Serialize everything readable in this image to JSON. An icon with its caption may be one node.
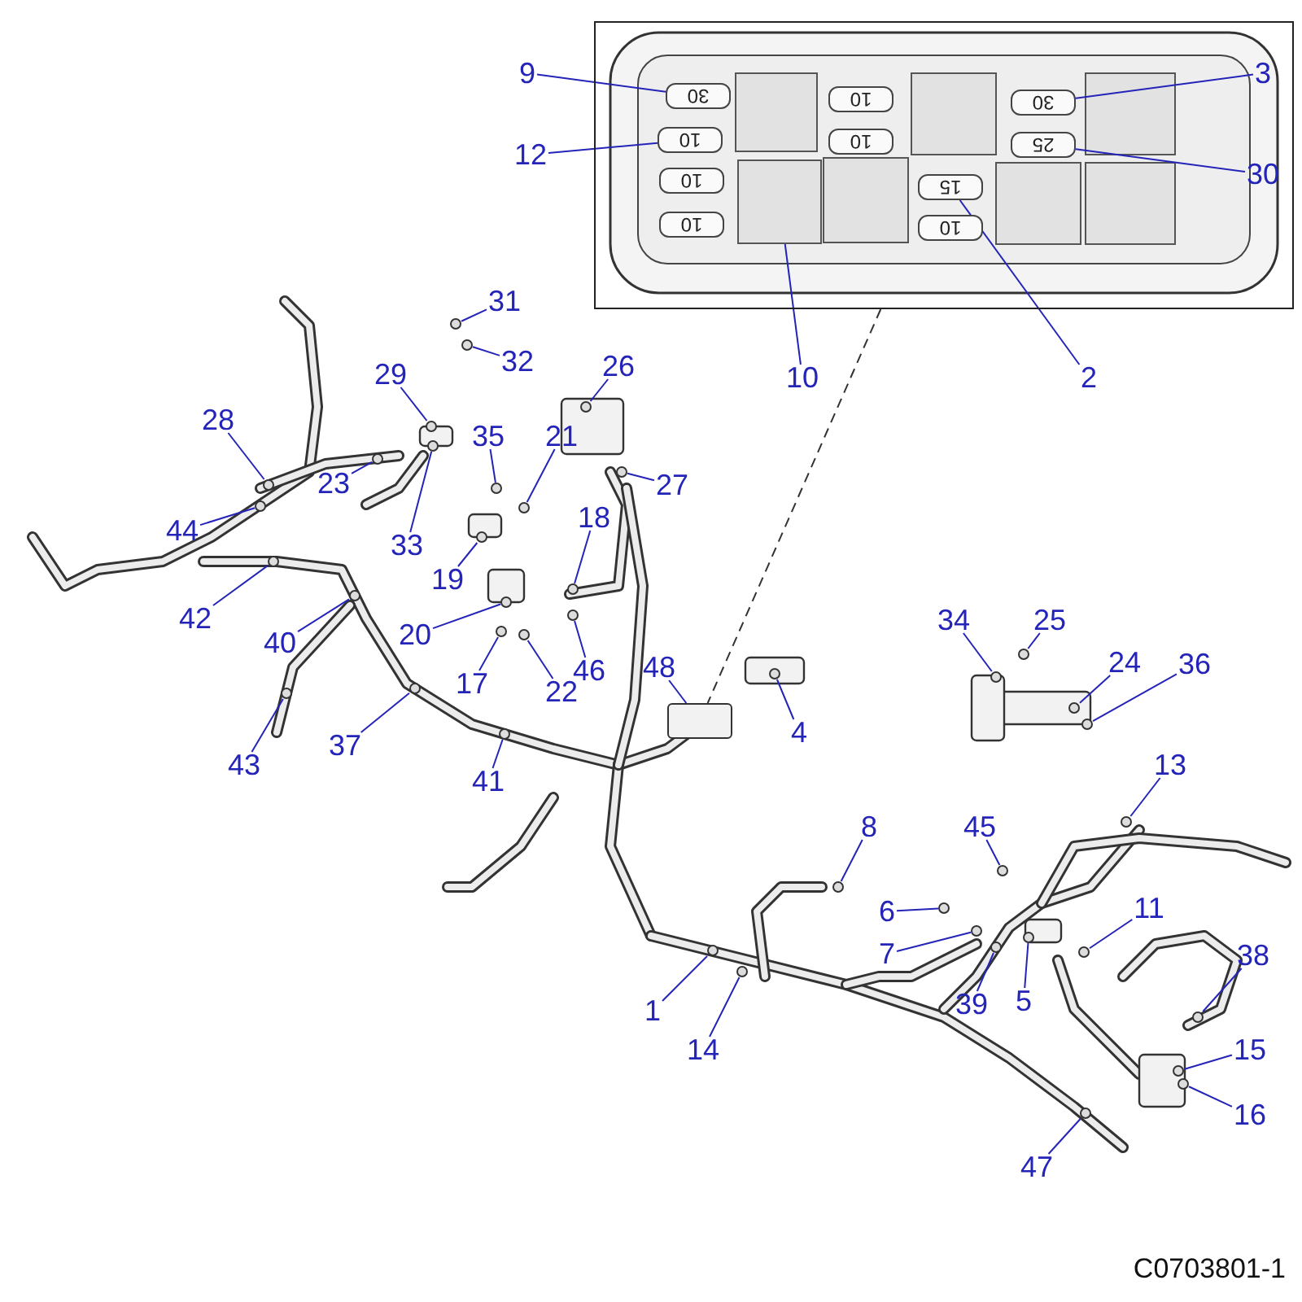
{
  "diagram": {
    "nodes": [
      {
        "text": [],
        "shape": "box"
      },
      {
        "text": [
          "9"
        ]
      },
      {
        "text": [
          "30"
        ],
        "in": 0
      },
      {
        "text": [
          "10"
        ],
        "in": 0
      },
      {
        "text": [
          "30"
        ],
        "in": 0
      },
      {
        "text": [
          "3"
        ],
        "in": 0
      },
      {
        "text": [
          "12"
        ]
      },
      {
        "text": [
          "10"
        ],
        "in": 0
      },
      {
        "text": [
          "10"
        ],
        "in": 0
      },
      {
        "text": [
          "25"
        ],
        "in": 0
      },
      {
        "text": [
          "30"
        ],
        "in": 0
      },
      {
        "text": [
          "10"
        ],
        "in": 0
      },
      {
        "text": [
          "15"
        ],
        "in": 0
      },
      {
        "text": [
          "10"
        ],
        "in": 0
      },
      {
        "text": [
          "10"
        ],
        "in": 0
      },
      {
        "text": [],
        "shape": "box",
        "in": 0
      },
      {
        "text": [
          "10"
        ]
      },
      {
        "text": [
          "2"
        ]
      },
      {
        "text": [
          "31"
        ]
      },
      {
        "text": [
          "32"
        ]
      },
      {
        "text": [
          "29"
        ]
      },
      {
        "text": [
          "26"
        ]
      },
      {
        "text": [
          "28"
        ]
      },
      {
        "text": [
          "35"
        ]
      },
      {
        "text": [
          "21"
        ]
      },
      {
        "text": [
          "27"
        ]
      },
      {
        "text": [
          "23"
        ]
      },
      {
        "text": [
          "33"
        ]
      },
      {
        "text": [
          "44"
        ]
      },
      {
        "text": [
          "18"
        ]
      },
      {
        "text": [
          "19"
        ]
      },
      {
        "text": [
          "42"
        ]
      },
      {
        "text": [
          "20"
        ]
      },
      {
        "text": [
          "40"
        ]
      },
      {
        "text": [
          "17"
        ]
      },
      {
        "text": [
          "22"
        ]
      },
      {
        "text": [
          "34"
        ]
      },
      {
        "text": [
          "25"
        ]
      },
      {
        "text": [
          "24"
        ]
      },
      {
        "text": [
          "36"
        ]
      },
      {
        "text": [
          "48"
        ]
      },
      {
        "text": [
          "46"
        ]
      },
      {
        "text": [
          "4"
        ]
      },
      {
        "text": [
          "37"
        ]
      },
      {
        "text": [
          "41"
        ]
      },
      {
        "text": [
          "43"
        ]
      },
      {
        "text": [
          "13"
        ]
      },
      {
        "text": [
          "8"
        ]
      },
      {
        "text": [
          "45"
        ]
      },
      {
        "text": [
          "6"
        ]
      },
      {
        "text": [
          "11"
        ]
      },
      {
        "text": [
          "7"
        ]
      },
      {
        "text": [
          "38"
        ]
      },
      {
        "text": [
          "39"
        ]
      },
      {
        "text": [
          "5"
        ]
      },
      {
        "text": [
          "1"
        ]
      },
      {
        "text": [
          "14"
        ]
      },
      {
        "text": [
          "15"
        ]
      },
      {
        "text": [
          "16"
        ]
      },
      {
        "text": [
          "47"
        ]
      },
      {
        "text": [],
        "shape": "circle"
      },
      {
        "text": [],
        "shape": "circle"
      },
      {
        "text": [],
        "shape": "circle"
      },
      {
        "text": [],
        "shape": "circle"
      },
      {
        "text": [],
        "shape": "circle"
      },
      {
        "text": [],
        "shape": "circle"
      },
      {
        "text": [],
        "shape": "circle"
      },
      {
        "text": [],
        "shape": "circle"
      },
      {
        "text": [],
        "shape": "circle"
      },
      {
        "text": [],
        "shape": "circle"
      },
      {
        "text": [],
        "shape": "circle"
      },
      {
        "text": [],
        "shape": "circle"
      },
      {
        "text": [],
        "shape": "circle"
      },
      {
        "text": [],
        "shape": "circle"
      },
      {
        "text": [],
        "shape": "circle"
      },
      {
        "text": [],
        "shape": "circle"
      },
      {
        "text": [],
        "shape": "circle"
      },
      {
        "text": [],
        "shape": "circle"
      },
      {
        "text": [],
        "shape": "circle"
      },
      {
        "text": [],
        "shape": "circle"
      },
      {
        "text": [],
        "shape": "circle"
      },
      {
        "text": [],
        "shape": "circle"
      },
      {
        "text": [],
        "shape": "box"
      },
      {
        "text": [],
        "shape": "circle"
      },
      {
        "text": [],
        "shape": "circle"
      },
      {
        "text": [],
        "shape": "circle"
      },
      {
        "text": [],
        "shape": "circle"
      },
      {
        "text": [],
        "shape": "circle"
      },
      {
        "text": [],
        "shape": "circle"
      },
      {
        "text": [],
        "shape": "circle"
      },
      {
        "text": [],
        "shape": "circle"
      },
      {
        "text": [],
        "shape": "circle"
      },
      {
        "text": [],
        "shape": "circle"
      },
      {
        "text": [],
        "shape": "circle"
      },
      {
        "text": [],
        "shape": "circle"
      },
      {
        "text": [],
        "shape": "circle"
      },
      {
        "text": [],
        "shape": "circle"
      },
      {
        "text": [],
        "shape": "circle"
      },
      {
        "text": [],
        "shape": "circle"
      },
      {
        "text": [],
        "shape": "circle"
      },
      {
        "text": [],
        "shape": "circle"
      },
      {
        "text": [],
        "shape": "circle"
      }
    ],
    "edges": [
      {
        "from": 1,
        "to": 2,
        "arrow": "none"
      },
      {
        "from": 5,
        "to": 4,
        "arrow": "none"
      },
      {
        "from": 6,
        "to": 7,
        "arrow": "none"
      },
      {
        "from": 10,
        "to": 9,
        "arrow": "none"
      },
      {
        "from": 16,
        "to": 15,
        "arrow": "none"
      },
      {
        "from": 17,
        "to": 12,
        "arrow": "none"
      },
      {
        "from": 0,
        "to": 82,
        "arrow": "none",
        "style": "dashed",
        "color": "#333333"
      },
      {
        "from": 18,
        "to": 60,
        "arrow": "none"
      },
      {
        "from": 19,
        "to": 61,
        "arrow": "none"
      },
      {
        "from": 20,
        "to": 62,
        "arrow": "none"
      },
      {
        "from": 21,
        "to": 63,
        "arrow": "none"
      },
      {
        "from": 22,
        "to": 64,
        "arrow": "none"
      },
      {
        "from": 23,
        "to": 65,
        "arrow": "none"
      },
      {
        "from": 24,
        "to": 66,
        "arrow": "none"
      },
      {
        "from": 25,
        "to": 67,
        "arrow": "none"
      },
      {
        "from": 26,
        "to": 68,
        "arrow": "none"
      },
      {
        "from": 27,
        "to": 69,
        "arrow": "none"
      },
      {
        "from": 28,
        "to": 70,
        "arrow": "none"
      },
      {
        "from": 29,
        "to": 71,
        "arrow": "none"
      },
      {
        "from": 30,
        "to": 72,
        "arrow": "none"
      },
      {
        "from": 31,
        "to": 73,
        "arrow": "none"
      },
      {
        "from": 32,
        "to": 74,
        "arrow": "none"
      },
      {
        "from": 33,
        "to": 75,
        "arrow": "none"
      },
      {
        "from": 34,
        "to": 76,
        "arrow": "none"
      },
      {
        "from": 35,
        "to": 77,
        "arrow": "none"
      },
      {
        "from": 36,
        "to": 78,
        "arrow": "none"
      },
      {
        "from": 37,
        "to": 79,
        "arrow": "none"
      },
      {
        "from": 38,
        "to": 80,
        "arrow": "none"
      },
      {
        "from": 39,
        "to": 81,
        "arrow": "none"
      },
      {
        "from": 40,
        "to": 82,
        "arrow": "none"
      },
      {
        "from": 41,
        "to": 83,
        "arrow": "none"
      },
      {
        "from": 42,
        "to": 84,
        "arrow": "none"
      },
      {
        "from": 43,
        "to": 85,
        "arrow": "none"
      },
      {
        "from": 44,
        "to": 86,
        "arrow": "none"
      },
      {
        "from": 45,
        "to": 87,
        "arrow": "none"
      },
      {
        "from": 46,
        "to": 88,
        "arrow": "none"
      },
      {
        "from": 47,
        "to": 89,
        "arrow": "none"
      },
      {
        "from": 48,
        "to": 90,
        "arrow": "none"
      },
      {
        "from": 49,
        "to": 91,
        "arrow": "none"
      },
      {
        "from": 50,
        "to": 92,
        "arrow": "none"
      },
      {
        "from": 51,
        "to": 93,
        "arrow": "none"
      },
      {
        "from": 52,
        "to": 94,
        "arrow": "none"
      },
      {
        "from": 53,
        "to": 95,
        "arrow": "none"
      },
      {
        "from": 54,
        "to": 96,
        "arrow": "none"
      },
      {
        "from": 55,
        "to": 97,
        "arrow": "none"
      },
      {
        "from": 56,
        "to": 98,
        "arrow": "none"
      },
      {
        "from": 57,
        "to": 99,
        "arrow": "none"
      },
      {
        "from": 58,
        "to": 100,
        "arrow": "none"
      },
      {
        "from": 59,
        "to": 101,
        "arrow": "none"
      }
    ],
    "labels": [
      "C0703801-1"
    ]
  }
}
